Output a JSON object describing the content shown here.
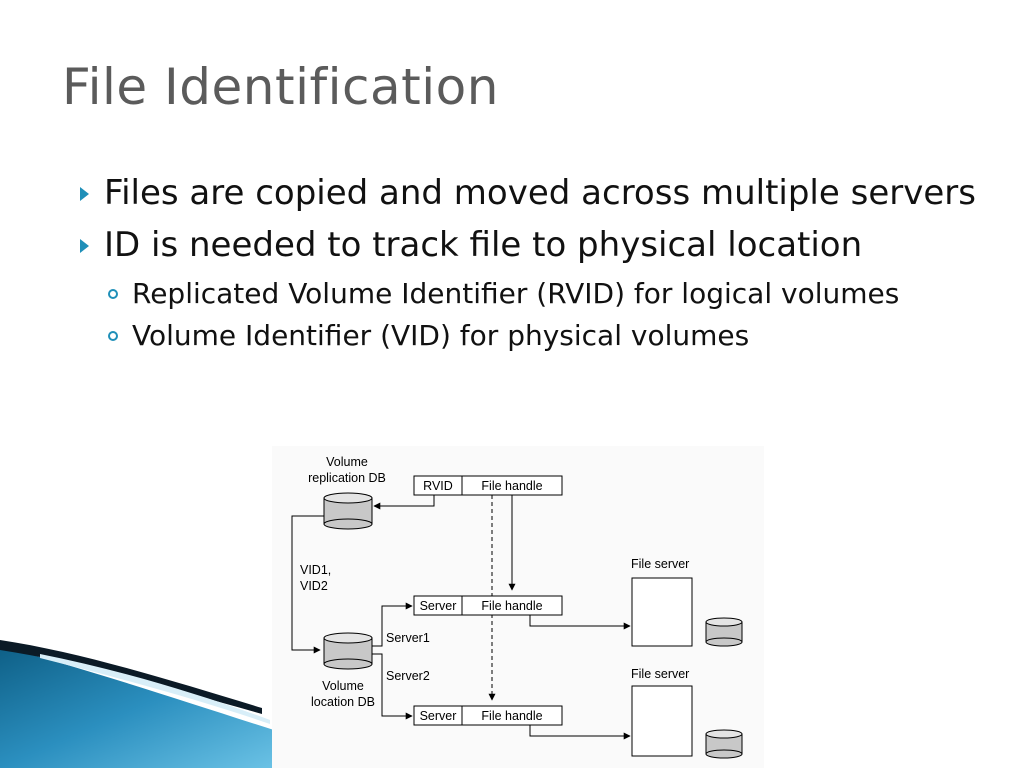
{
  "title": "File Identification",
  "bullets": [
    {
      "text": "Files are copied and moved across multiple servers",
      "level": 1
    },
    {
      "text": "ID is needed to track file to physical location",
      "level": 1
    },
    {
      "text": "Replicated Volume Identifier (RVID) for logical volumes",
      "level": 2
    },
    {
      "text": "Volume Identifier (VID) for physical volumes",
      "level": 2
    }
  ],
  "diagram": {
    "replication_db_label": [
      "Volume",
      "replication DB"
    ],
    "location_db_label": [
      "Volume",
      "location DB"
    ],
    "rvid_field": "RVID",
    "file_handle_field": "File handle",
    "server_field": "Server",
    "vid_label": [
      "VID1,",
      "VID2"
    ],
    "server1_label": "Server1",
    "server2_label": "Server2",
    "file_server_label": "File server"
  },
  "colors": {
    "title": "#5b5b5b",
    "bullet_marker": "#1f8fb8",
    "swoosh_dark": "#0e5f86",
    "swoosh_light": "#3aa4cf"
  }
}
